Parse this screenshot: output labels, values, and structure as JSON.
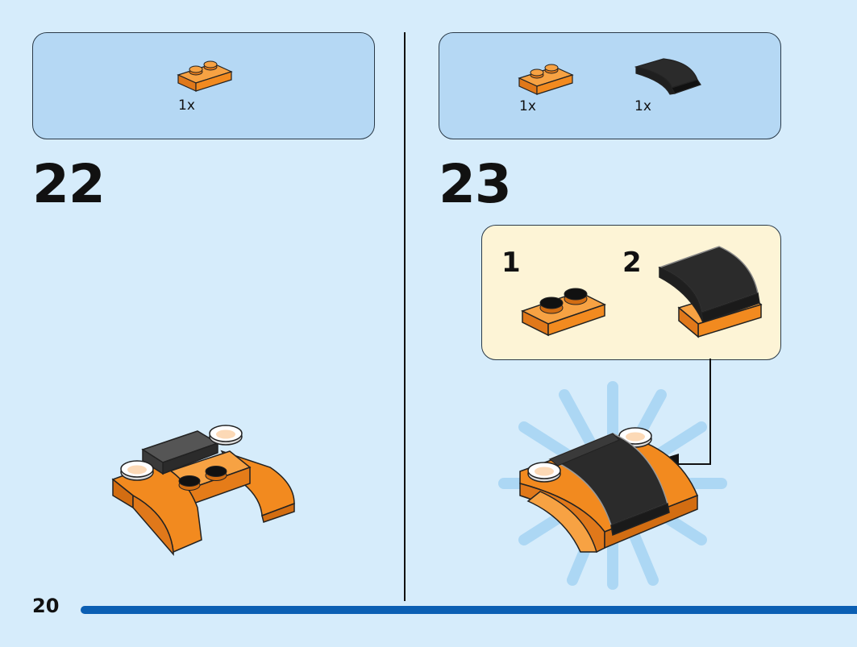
{
  "page": {
    "number": "20"
  },
  "steps": [
    {
      "number": "22",
      "parts": [
        {
          "name": "orange-plate-1x2",
          "qty": "1x"
        }
      ]
    },
    {
      "number": "23",
      "parts": [
        {
          "name": "orange-plate-1x2",
          "qty": "1x"
        },
        {
          "name": "black-curved-slope-2x2",
          "qty": "1x"
        }
      ],
      "callout": {
        "sub_steps": [
          "1",
          "2"
        ]
      }
    }
  ],
  "colors": {
    "background": "#d6ecfb",
    "parts_box": "#b5d8f4",
    "callout": "#fdf4d6",
    "orange": "#f28a1f",
    "black_piece": "#2b2b2b",
    "progress": "#0b5fb3"
  },
  "progress": {
    "fraction": 1.0
  }
}
